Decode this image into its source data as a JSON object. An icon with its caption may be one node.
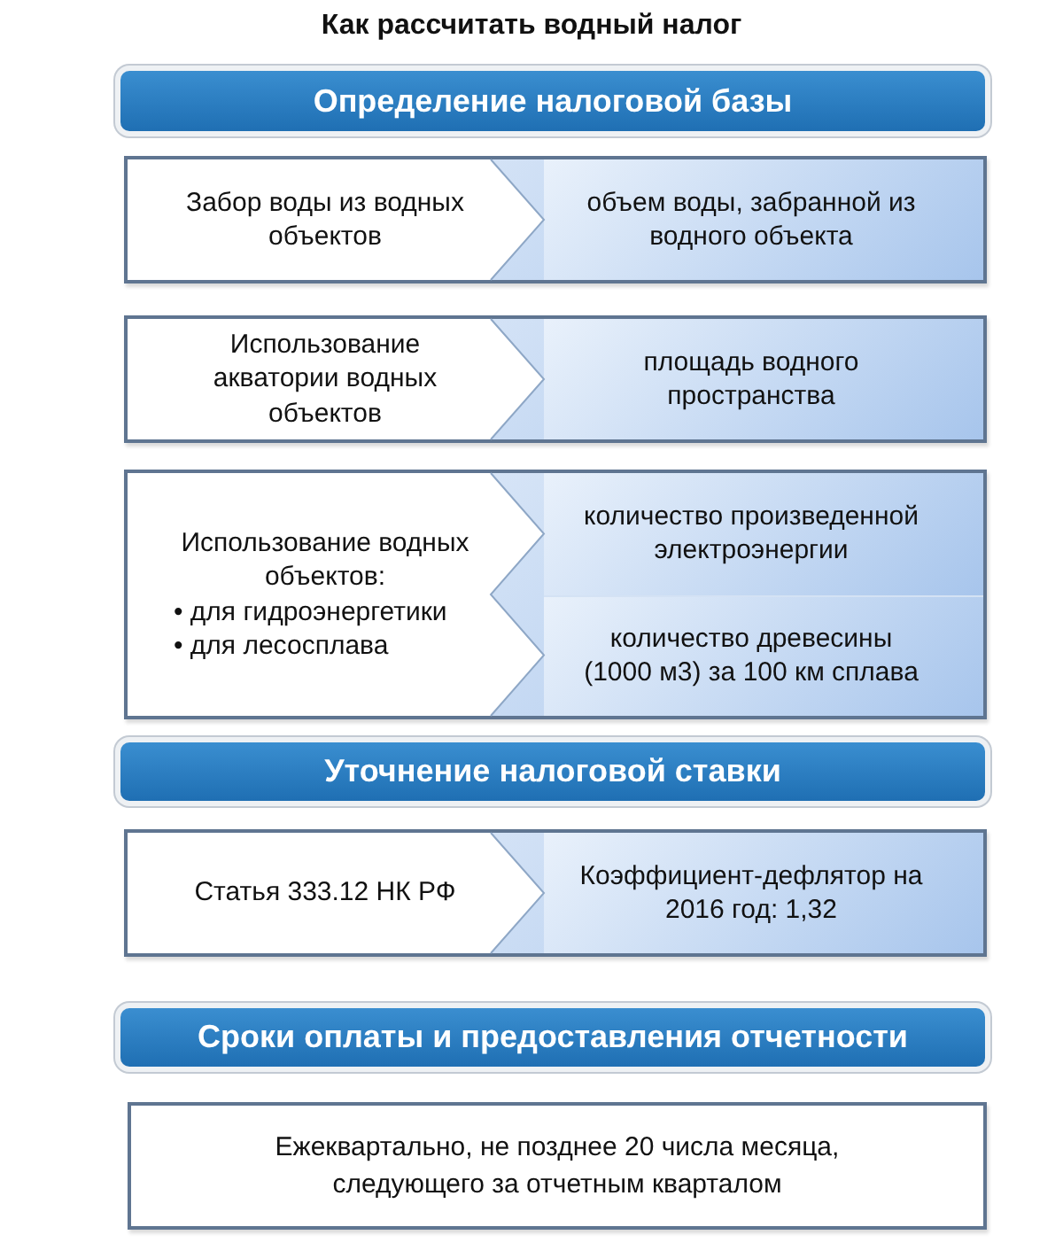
{
  "diagram": {
    "title": "Как рассчитать водный налог",
    "nodes": [
      {
        "text": [
          "Определение налоговой базы"
        ]
      },
      {
        "text": [],
        "shape": "box"
      },
      {
        "text": [
          "Забор воды из водных объектов"
        ],
        "in": 1
      },
      {
        "text": [
          "объем воды, забранной из водного объекта"
        ],
        "in": 1
      },
      {
        "text": [],
        "shape": "box"
      },
      {
        "text": [
          "Использование акватории водных объектов"
        ],
        "in": 4
      },
      {
        "text": [
          "площадь водного пространства"
        ],
        "in": 4
      },
      {
        "text": [],
        "shape": "box"
      },
      {
        "text": [
          "Использование водных объектов:",
          "• для гидроэнергетики",
          "• для лесосплава"
        ],
        "in": 7
      },
      {
        "text": [
          "количество произведенной электроэнергии"
        ],
        "in": 7
      },
      {
        "text": [
          "количество древесины (1000 м3) за 100 км сплава"
        ],
        "in": 7
      },
      {
        "text": [
          "Уточнение налоговой ставки"
        ]
      },
      {
        "text": [],
        "shape": "box"
      },
      {
        "text": [
          "Статья 333.12 НК РФ"
        ],
        "in": 12
      },
      {
        "text": [
          "Коэффициент-дефлятор на 2016 год: 1,32"
        ],
        "in": 12
      },
      {
        "text": [
          "Сроки оплаты и предоставления отчетности"
        ]
      },
      {
        "text": [
          "Ежеквартально, не позднее 20 числа месяца, следующего за отчетным кварталом"
        ]
      }
    ]
  }
}
